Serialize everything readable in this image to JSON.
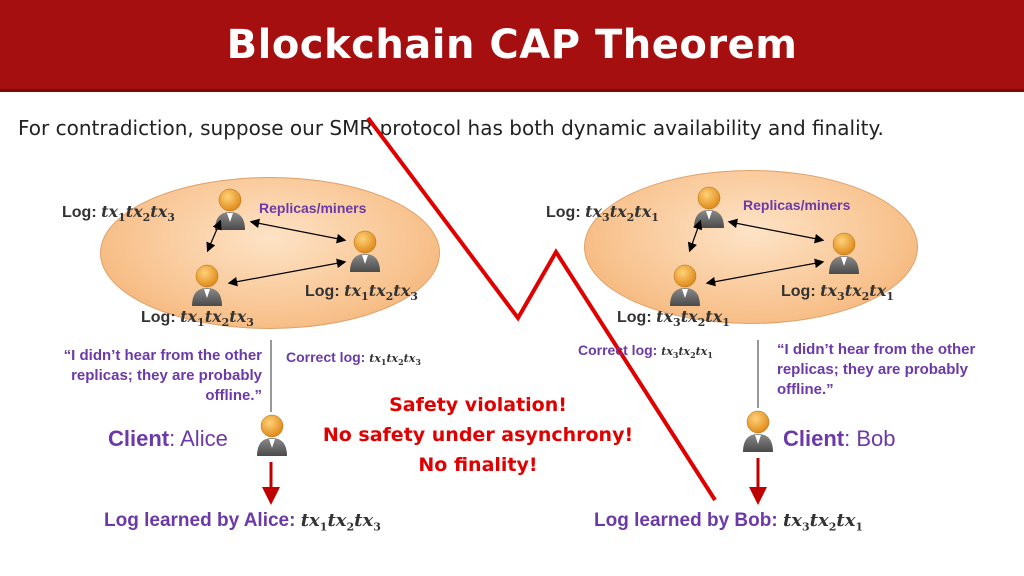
{
  "title": "Blockchain CAP Theorem",
  "subtitle": "For contradiction, suppose our SMR protocol has both dynamic availability and finality.",
  "left": {
    "replicas_label": "Replicas/miners",
    "log_prefix": "Log:",
    "top_log": [
      "1",
      "2",
      "3"
    ],
    "mid_log": [
      "1",
      "2",
      "3"
    ],
    "bottom_log": [
      "1",
      "2",
      "3"
    ],
    "quote": "“I didn’t hear from the other replicas; they are probably offline.”",
    "correct_label": "Correct log:",
    "correct_log": [
      "1",
      "2",
      "3"
    ],
    "client_word": "Client",
    "client_name": ": Alice",
    "learned_label": "Log learned by Alice:",
    "learned_log": [
      "1",
      "2",
      "3"
    ]
  },
  "right": {
    "replicas_label": "Replicas/miners",
    "log_prefix": "Log:",
    "top_log": [
      "3",
      "2",
      "1"
    ],
    "mid_log": [
      "3",
      "2",
      "1"
    ],
    "bottom_log": [
      "3",
      "2",
      "1"
    ],
    "quote": "“I didn’t hear from the other replicas; they are probably offline.”",
    "correct_label": "Correct log:",
    "correct_log": [
      "3",
      "2",
      "1"
    ],
    "client_word": "Client",
    "client_name": ": Bob",
    "learned_label": "Log learned by Bob:",
    "learned_log": [
      "3",
      "2",
      "1"
    ]
  },
  "violation": {
    "line1": "Safety violation!",
    "line2": "No safety under asynchrony!",
    "line3": "No finality!"
  },
  "colors": {
    "title_bg": "#a50f0f",
    "accent_purple": "#6b3aa8",
    "violation_red": "#e00000",
    "blob_orange": "#f8c18c"
  }
}
